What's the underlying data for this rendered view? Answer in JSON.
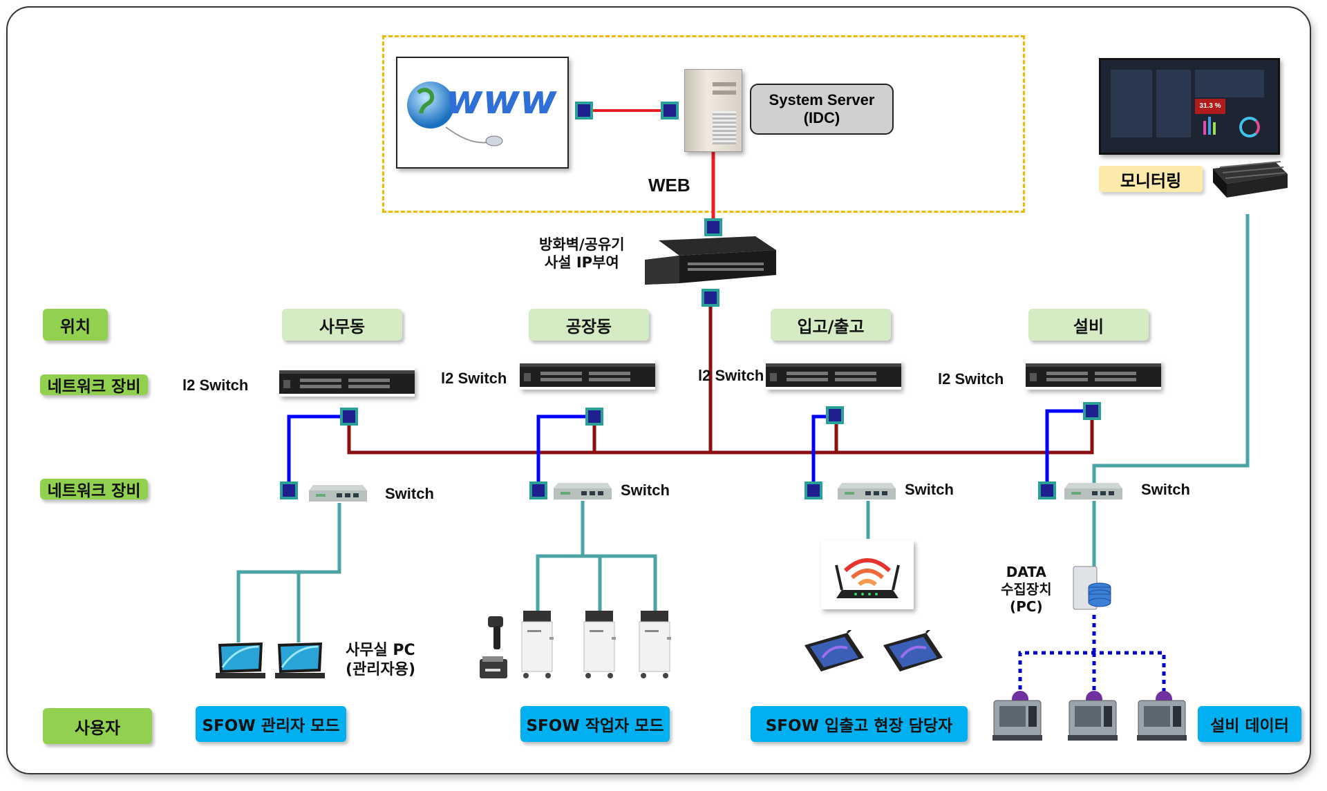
{
  "web": {
    "label": "WEB"
  },
  "system_server": {
    "line1": "System Server",
    "line2": "(IDC)"
  },
  "firewall": {
    "line1": "방화벽/공유기",
    "line2": "사설 IP부여"
  },
  "monitoring": {
    "label": "모니터링",
    "gauge_value": "31.3 %"
  },
  "row_labels": {
    "location": "위치",
    "network1": "네트워크 장비",
    "network2": "네트워크 장비",
    "user": "사용자"
  },
  "locations": [
    "사무동",
    "공장동",
    "입고/출고",
    "설비"
  ],
  "l2_switch": [
    "l2 Switch",
    "l2 Switch",
    "l2 Switch",
    "l2 Switch"
  ],
  "switch": [
    "Switch",
    "Switch",
    "Switch",
    "Switch"
  ],
  "office_pc": {
    "line1": "사무실 PC",
    "line2": "(관리자용)"
  },
  "data_collector": {
    "line1": "DATA",
    "line2": "수집장치",
    "line3": "(PC)"
  },
  "users": [
    "SFOW 관리자 모드",
    "SFOW 작업자 모드",
    "SFOW 입출고 현장 담당자",
    "설비 데이터"
  ],
  "colors": {
    "wan_link": "#ee1c25",
    "backbone": "#8b1010",
    "access": "#0000ff",
    "lan": "#4aa3a4",
    "equipment_link": "#0000cc",
    "port": "#1f1f8f",
    "port_border": "#2aa198",
    "zone_border": "#f5b800"
  }
}
